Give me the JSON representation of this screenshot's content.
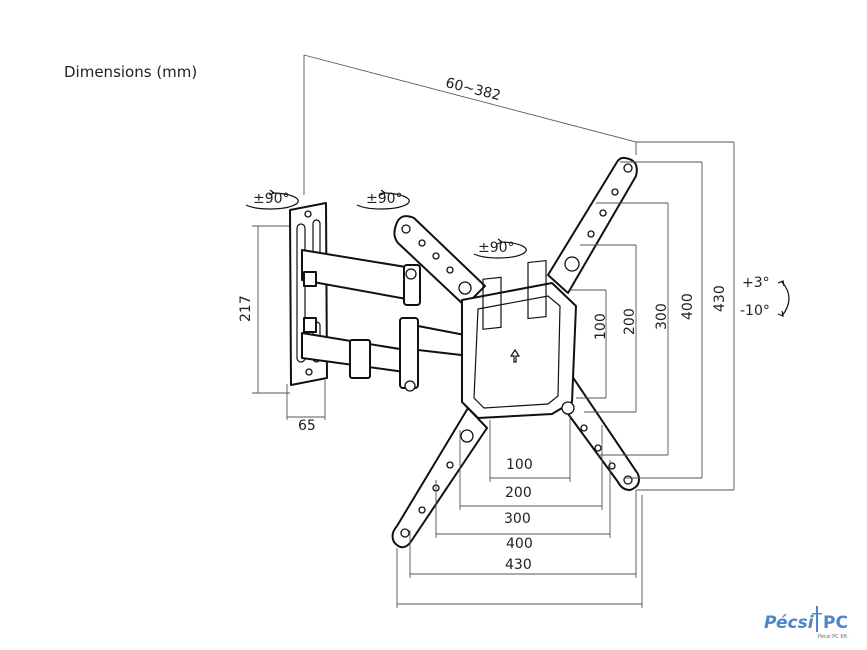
{
  "title": "Dimensions (mm)",
  "dimensions": {
    "arm_extension": "60~382",
    "wall_plate_height": "217",
    "wall_plate_width": "65",
    "vesa_vertical": [
      "100",
      "200",
      "300",
      "400",
      "430"
    ],
    "vesa_horizontal": [
      "100",
      "200",
      "300",
      "400",
      "430"
    ]
  },
  "rotation_labels": [
    "±90°",
    "±90°",
    "±90°"
  ],
  "tilt": {
    "up": "+3°",
    "down": "-10°"
  },
  "logo": {
    "text_left": "Pécsi",
    "text_right": "PC",
    "subtitle": "Pécsi PC Kft."
  },
  "colors": {
    "line": "#111111",
    "dimension": "#555555",
    "logo": "#4f86c6"
  }
}
